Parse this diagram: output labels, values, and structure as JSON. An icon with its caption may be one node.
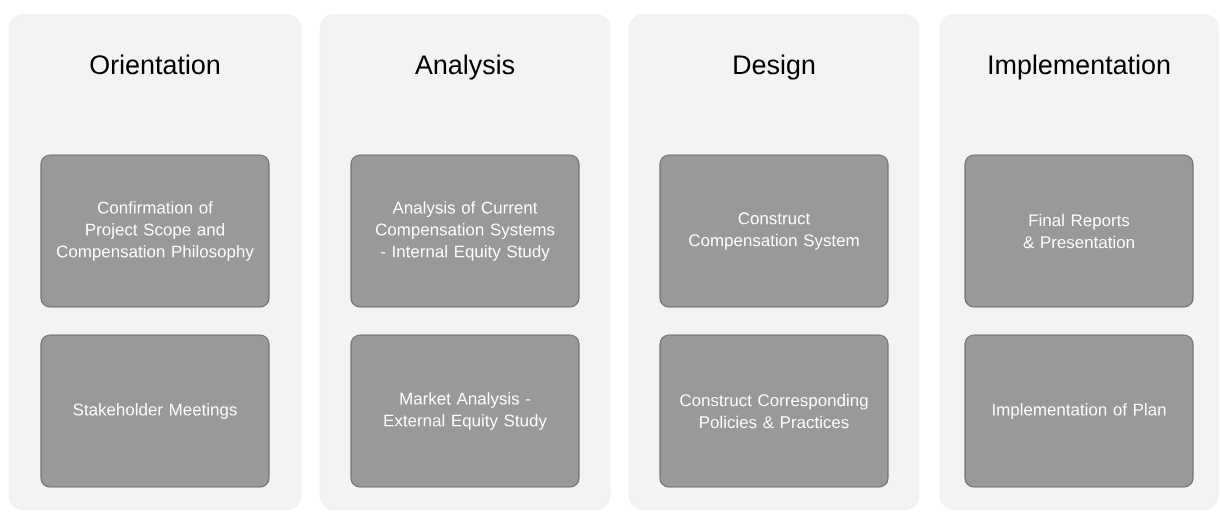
{
  "diagram": {
    "nodes": [
      {
        "text": [
          "Orientation"
        ]
      },
      {
        "text": [
          "Confirmation of Project Scope and Compensation Philosophy"
        ],
        "in": 0
      },
      {
        "text": [
          "Stakeholder Meetings"
        ],
        "in": 0
      },
      {
        "text": [
          "Analysis"
        ]
      },
      {
        "text": [
          "Analysis of Current Compensation Systems - Internal Equity Study"
        ],
        "in": 3
      },
      {
        "text": [
          "Market Analysis - External Equity Study"
        ],
        "in": 3
      },
      {
        "text": [
          "Design"
        ]
      },
      {
        "text": [
          "Construct Compensation System"
        ],
        "in": 6
      },
      {
        "text": [
          "Construct Corresponding Policies & Practices"
        ],
        "in": 6
      },
      {
        "text": [
          "Implementation"
        ]
      },
      {
        "text": [
          "Final Reports & Presentation"
        ],
        "in": 9
      },
      {
        "text": [
          "Implementation of Plan"
        ],
        "in": 9
      }
    ]
  }
}
